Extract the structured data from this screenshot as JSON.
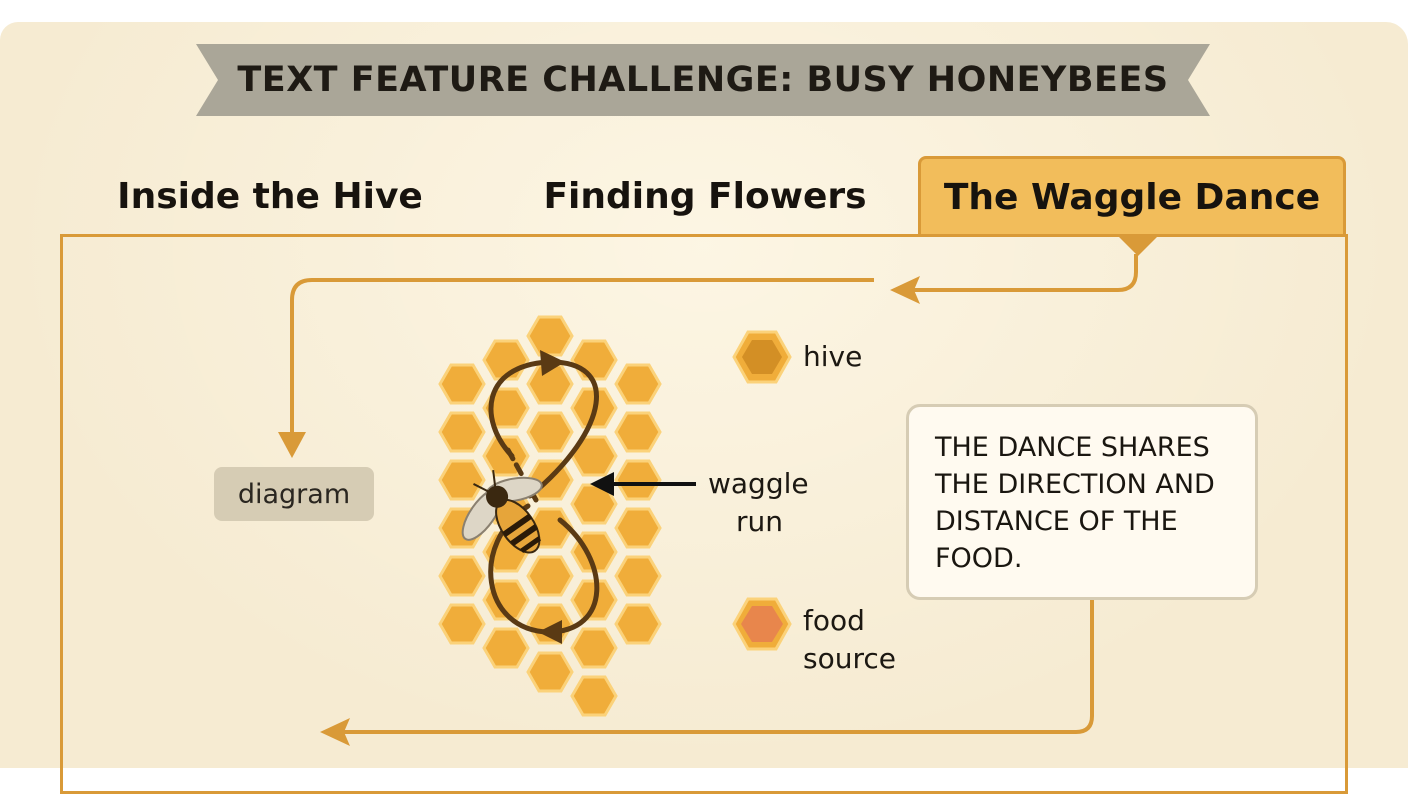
{
  "title": "TEXT FEATURE CHALLENGE: BUSY HONEYBEES",
  "tabs": [
    {
      "label": "Inside the Hive",
      "active": false
    },
    {
      "label": "Finding Flowers",
      "active": false
    },
    {
      "label": "The Waggle Dance",
      "active": true
    }
  ],
  "diagram_tag": "diagram",
  "labels": {
    "waggle_line1": "waggle",
    "waggle_line2": "run",
    "hive": "hive",
    "food_line1": "food",
    "food_line2": "source"
  },
  "callout_lines": [
    "THE DANCE SHARES",
    "THE DIRECTION AND",
    "DISTANCE OF THE",
    "FOOD."
  ],
  "colors": {
    "paper": "#f6ebd2",
    "accent": "#d99a38",
    "active_tab": "#f2bd5b",
    "honeycomb": "#f0ad3a",
    "food_source": "#e8864c",
    "dance_path": "#5a3a14"
  }
}
